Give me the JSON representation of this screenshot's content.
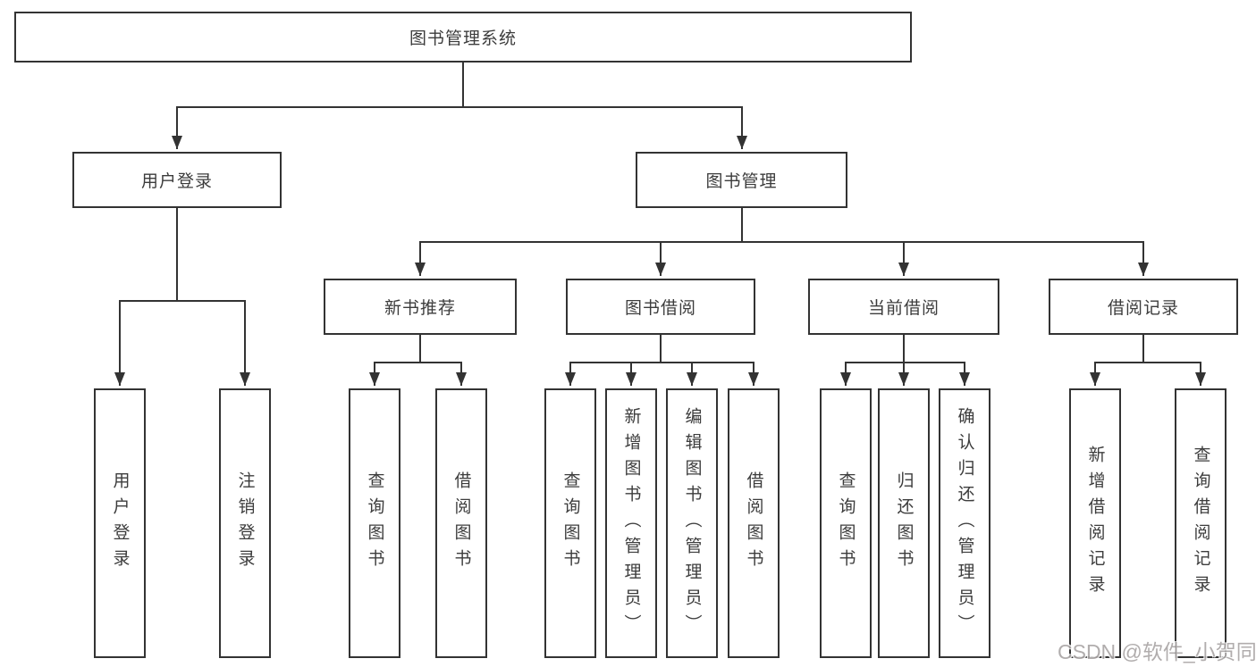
{
  "diagram": {
    "root": {
      "label": "图书管理系统"
    },
    "level2": [
      {
        "label": "用户登录"
      },
      {
        "label": "图书管理"
      }
    ],
    "level3": [
      {
        "label": "新书推荐"
      },
      {
        "label": "图书借阅"
      },
      {
        "label": "当前借阅"
      },
      {
        "label": "借阅记录"
      }
    ],
    "leaves": [
      {
        "label": "用户登录"
      },
      {
        "label": "注销登录"
      },
      {
        "label": "查询图书"
      },
      {
        "label": "借阅图书"
      },
      {
        "label": "查询图书"
      },
      {
        "label": "新增图书（管理员）"
      },
      {
        "label": "编辑图书（管理员）"
      },
      {
        "label": "借阅图书"
      },
      {
        "label": "查询图书"
      },
      {
        "label": "归还图书"
      },
      {
        "label": "确认归还（管理员）"
      },
      {
        "label": "新增借阅记录"
      },
      {
        "label": "查询借阅记录"
      }
    ]
  },
  "watermark": {
    "text": "CSDN @软件_小贺同学"
  },
  "colors": {
    "line": "#333333",
    "text": "#3c3c3c",
    "watermark": "#a9a5a5"
  }
}
